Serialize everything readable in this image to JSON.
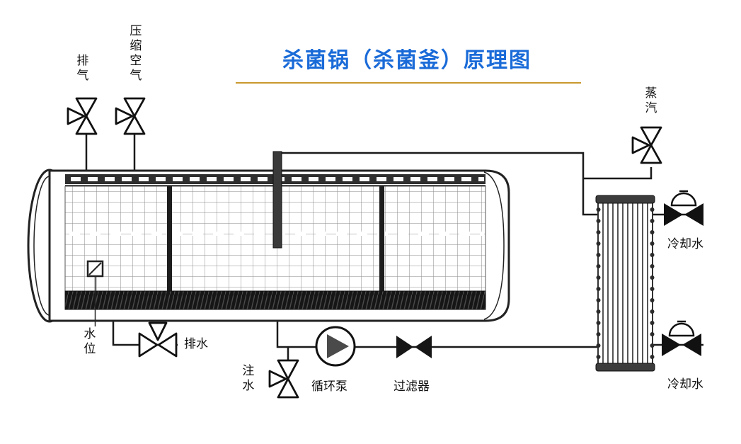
{
  "title": "杀菌锅（杀菌釜）原理图",
  "colors": {
    "title": "#1a6bd8",
    "underline": "#c9992e",
    "line": "#1a1a1a"
  },
  "labels": {
    "exhaust": "排气",
    "compressed_air": "压缩空气",
    "steam": "蒸汽",
    "cooling_water_top": "冷却水",
    "cooling_water_bottom": "冷却水",
    "water_level": "水位",
    "drain": "排水",
    "water_inlet": "注水",
    "circulation_pump": "循环泵",
    "filter": "过滤器"
  },
  "icons": {
    "hand_valve": "bowtie-valve-icon",
    "globe_valve": "globe-valve-icon",
    "pump": "circle-triangle-pump-icon",
    "filter": "solid-bowtie-filter-icon",
    "heat_exchanger": "coil-heat-exchanger-icon",
    "vessel": "horizontal-retort-vessel-icon"
  }
}
